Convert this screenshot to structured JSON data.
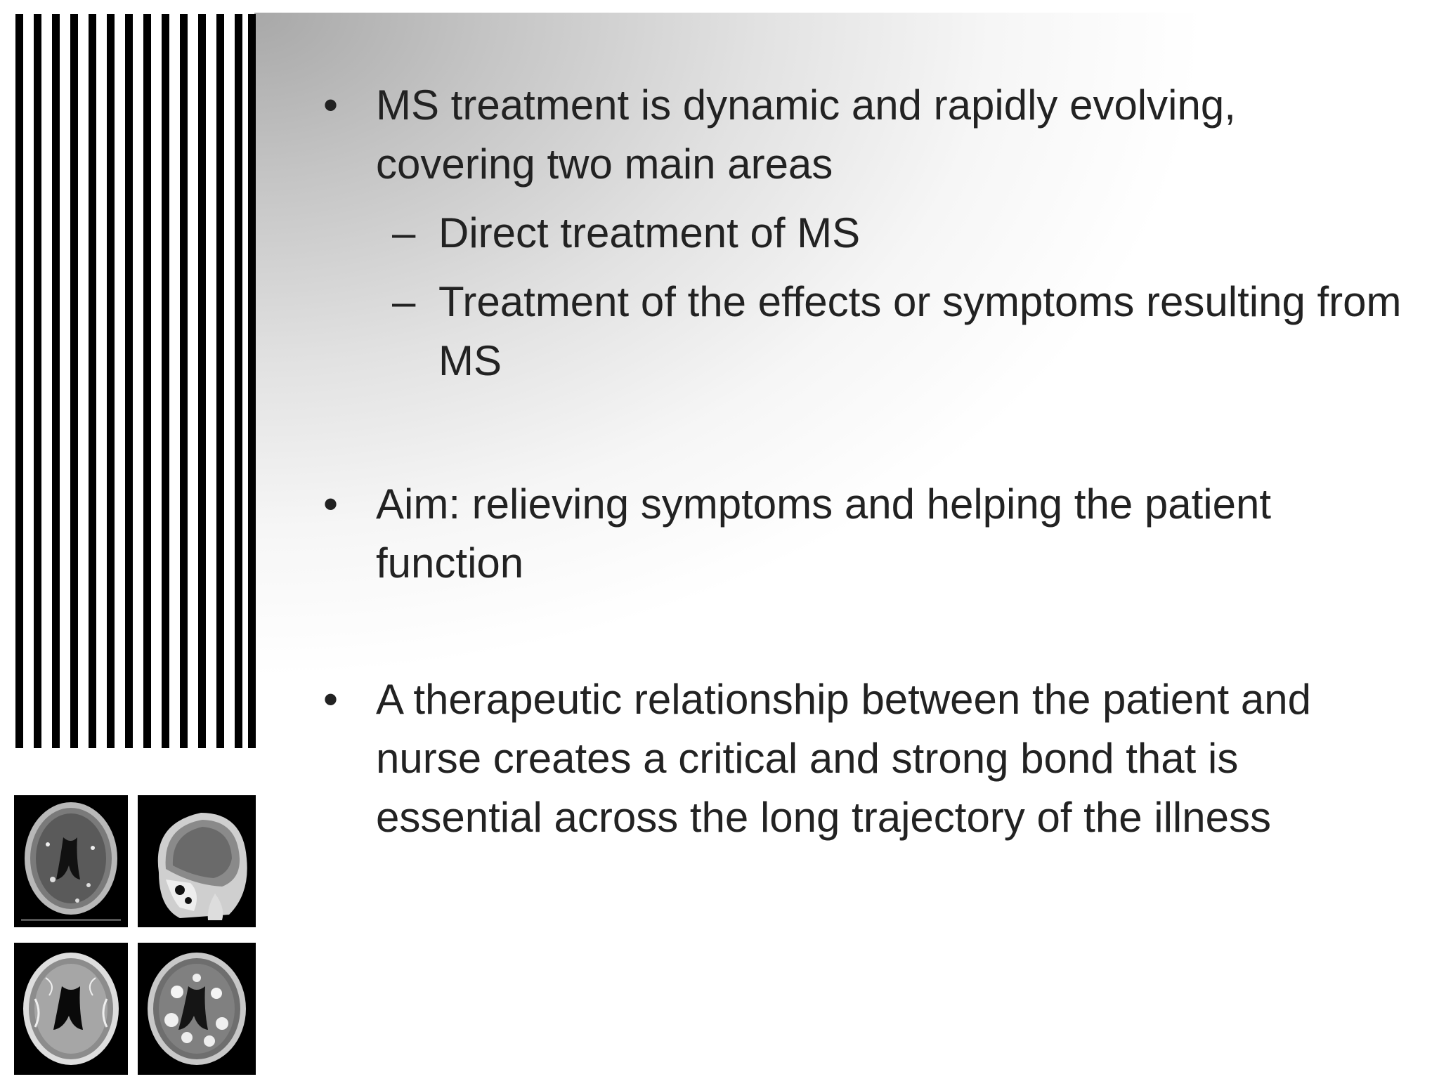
{
  "slide": {
    "bullets": [
      {
        "text": "MS treatment is dynamic and rapidly evolving, covering two main areas",
        "sub_items": [
          "Direct treatment of MS",
          "Treatment of the effects or symptoms resulting from MS"
        ]
      },
      {
        "text": "Aim: relieving symptoms and helping the patient function",
        "sub_items": []
      },
      {
        "text": "A therapeutic relationship between the patient and nurse creates a critical and strong bond that is essential across the long trajectory of the illness",
        "sub_items": []
      }
    ],
    "bullet_glyph": "•",
    "sub_glyph": "–",
    "images": [
      {
        "icon": "mri-axial-brain-scan-icon"
      },
      {
        "icon": "mri-sagittal-head-scan-icon"
      },
      {
        "icon": "mri-axial-brain-scan-icon"
      },
      {
        "icon": "mri-axial-brain-lesions-scan-icon"
      }
    ]
  }
}
